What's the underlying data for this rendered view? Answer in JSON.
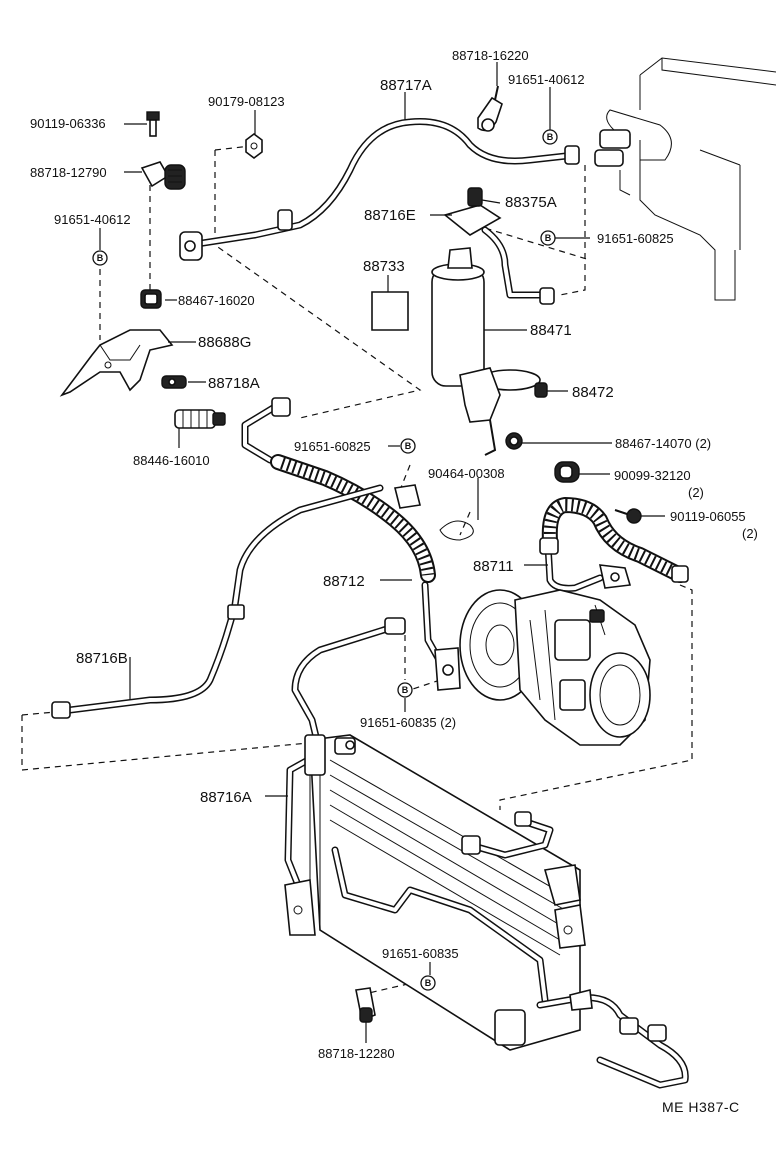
{
  "labels": {
    "p_88718_16220": "88718-16220",
    "p_91651_40612_a": "91651-40612",
    "p_88717A": "88717A",
    "p_90179_08123": "90179-08123",
    "p_90119_06336": "90119-06336",
    "p_88718_12790": "88718-12790",
    "p_88716E": "88716E",
    "p_88375A": "88375A",
    "p_91651_60825_a": "91651-60825",
    "p_91651_40612_b": "91651-40612",
    "p_88733": "88733",
    "p_88467_16020": "88467-16020",
    "p_88471": "88471",
    "p_88688G": "88688G",
    "p_88718A": "88718A",
    "p_88472": "88472",
    "p_88446_16010": "88446-16010",
    "p_91651_60825_b": "91651-60825",
    "p_88467_14070": "88467-14070 (2)",
    "p_90464_00308": "90464-00308",
    "p_90099_32120": "90099-32120",
    "p_90099_32120_qty": "(2)",
    "p_90119_06055": "90119-06055",
    "p_90119_06055_qty": "(2)",
    "p_88711": "88711",
    "p_88712": "88712",
    "p_88716B": "88716B",
    "p_91651_60835_a": "91651-60835 (2)",
    "p_88716A": "88716A",
    "p_91651_60835_b": "91651-60835",
    "p_88718_12280": "88718-12280",
    "code": "ME  H387-C"
  },
  "symbols": {
    "bolt_marker": "B"
  }
}
